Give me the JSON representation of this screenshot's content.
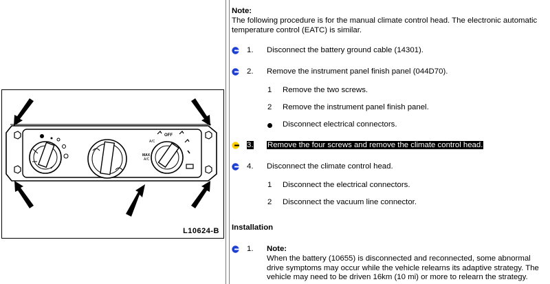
{
  "figure": {
    "label": "L10624-B"
  },
  "note": {
    "title": "Note:",
    "lines": [
      "The following procedure is for the manual climate control head. The electronic automatic",
      "temperature control (EATC) is similar."
    ]
  },
  "steps": [
    {
      "num": "1.",
      "text": "Disconnect the battery ground cable (14301)."
    },
    {
      "num": "2.",
      "text": "Remove the instrument panel finish panel (044D70)."
    },
    {
      "num": "3.",
      "text": "Remove the four screws and remove the climate control head."
    },
    {
      "num": "4.",
      "text": "Disconnect the climate control head."
    }
  ],
  "substeps_2": [
    {
      "num": "1",
      "text": "Remove the two screws."
    },
    {
      "num": "2",
      "text": "Remove the instrument panel finish panel."
    },
    {
      "num": "",
      "text": "Disconnect electrical connectors."
    }
  ],
  "substeps_4": [
    {
      "num": "1",
      "text": "Disconnect the electrical connectors."
    },
    {
      "num": "2",
      "text": "Disconnect the vacuum line connector."
    }
  ],
  "installation": {
    "heading": "Installation",
    "step_num": "1.",
    "note_title": "Note:",
    "note_lines": [
      "When the battery (10655) is disconnected and reconnected, some abnormal",
      "drive symptoms may occur while the vehicle relearns its adaptive strategy. The",
      "vehicle may need to be driven 16km (10 mi) or more to relearn the strategy."
    ]
  },
  "panel_labels": {
    "off": "OFF",
    "ac": "A/C",
    "max_ac_1": "MAX",
    "max_ac_2": "A/C"
  },
  "colors": {
    "bullet_blue": "#1f3fd0",
    "bullet_yellow": "#ffd000",
    "highlight": "#000000"
  }
}
